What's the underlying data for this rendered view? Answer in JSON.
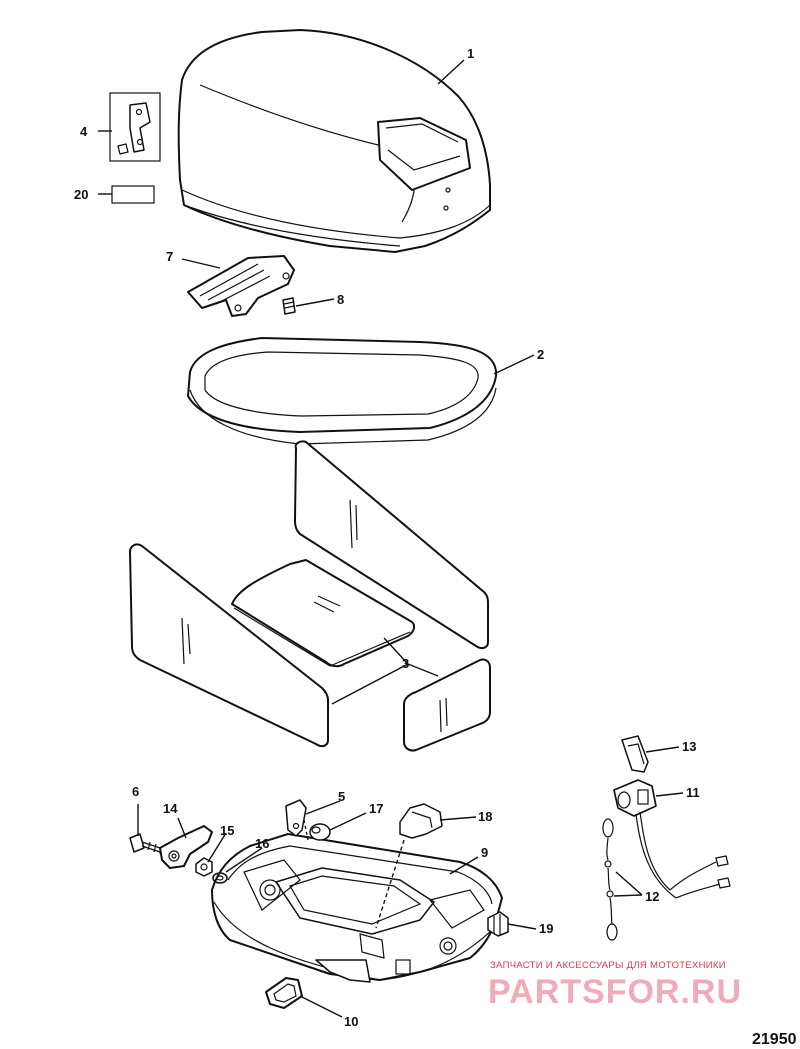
{
  "callouts": {
    "c1": "1",
    "c2": "2",
    "c3": "3",
    "c4": "4",
    "c5": "5",
    "c6": "6",
    "c7": "7",
    "c8": "8",
    "c9": "9",
    "c10": "10",
    "c11": "11",
    "c12": "12",
    "c13": "13",
    "c14": "14",
    "c15": "15",
    "c16": "16",
    "c17": "17",
    "c18": "18",
    "c19": "19",
    "c20": "20"
  },
  "figure_number": "21950",
  "watermark": {
    "subtitle": "ЗАПЧАСТИ И АКСЕССУАРЫ ДЛЯ МОТОТЕХНИКИ",
    "brand": "PARTSFOR.RU",
    "color": "#e4667a"
  }
}
